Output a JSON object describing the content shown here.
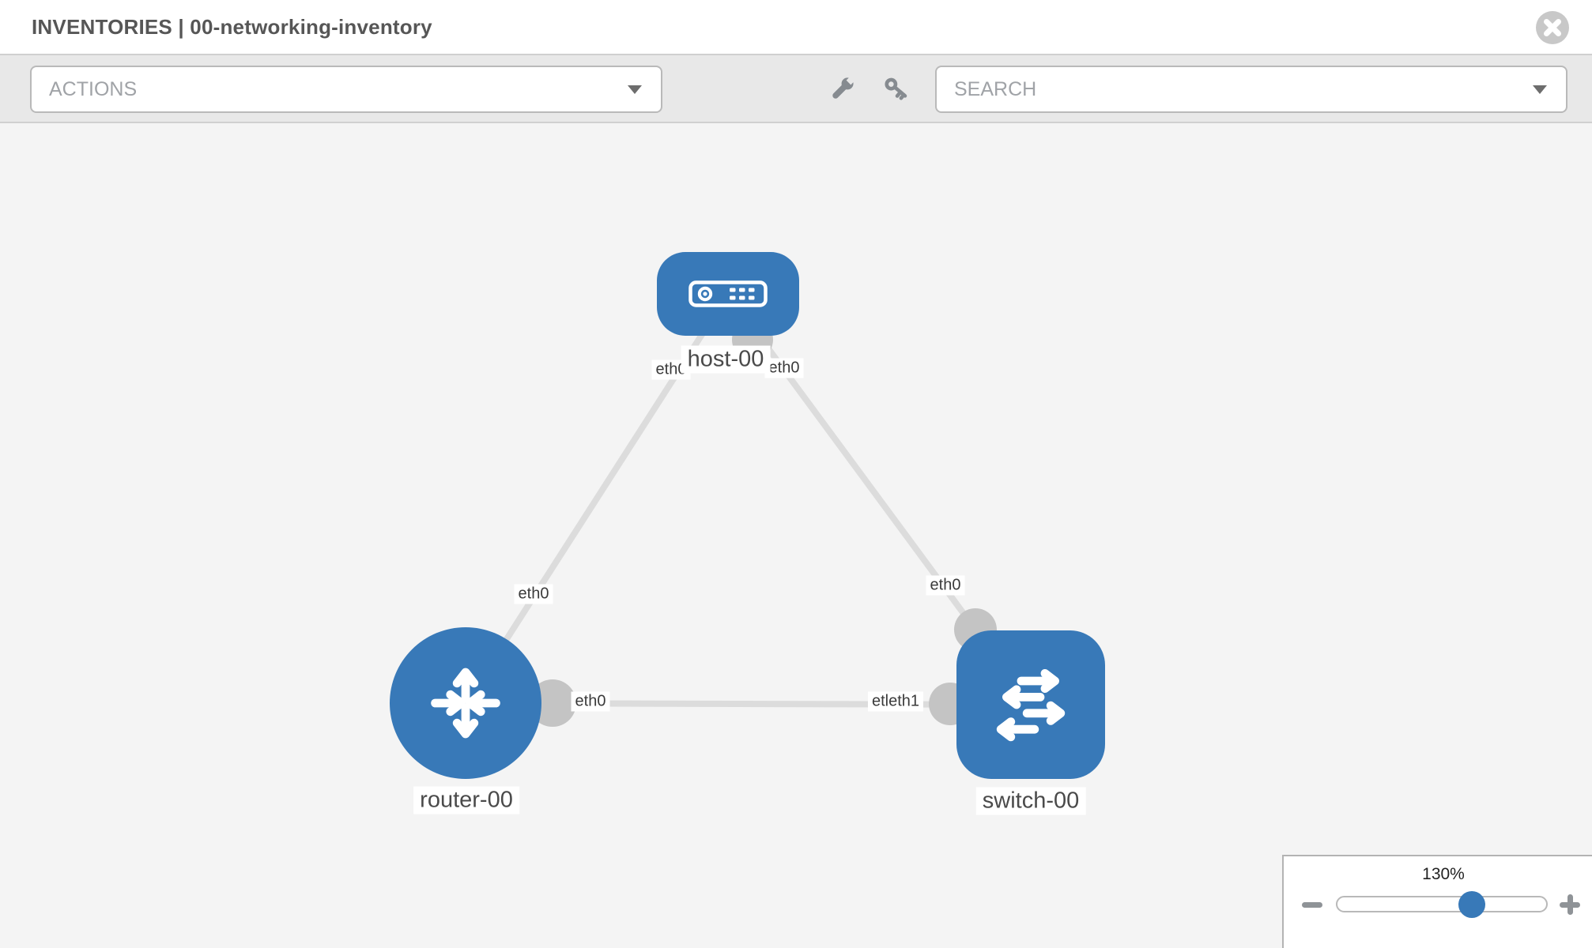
{
  "header": {
    "title": "INVENTORIES | 00-networking-inventory"
  },
  "toolbar": {
    "actions_label": "ACTIONS",
    "search_placeholder": "SEARCH",
    "icons": [
      "wrench-icon",
      "key-icon"
    ]
  },
  "topology": {
    "nodes": [
      {
        "label": "host-00",
        "type": "host"
      },
      {
        "label": "router-00",
        "type": "router"
      },
      {
        "label": "switch-00",
        "type": "switch"
      }
    ],
    "links": [
      {
        "from": "host-00",
        "to": "router-00",
        "from_label": "eth0",
        "to_label": "eth0"
      },
      {
        "from": "host-00",
        "to": "switch-00",
        "from_label": "eth0",
        "to_label": "eth0"
      },
      {
        "from": "router-00",
        "to": "switch-00",
        "from_label": "eth0",
        "to_label": "etleth1"
      }
    ]
  },
  "zoom_control": {
    "level": "130%"
  },
  "colors": {
    "node_blue": "#3879b8",
    "link_gray": "#dcdcdc",
    "connector_gray": "#c4c4c4",
    "toolbar_gray": "#e8e8e8"
  }
}
